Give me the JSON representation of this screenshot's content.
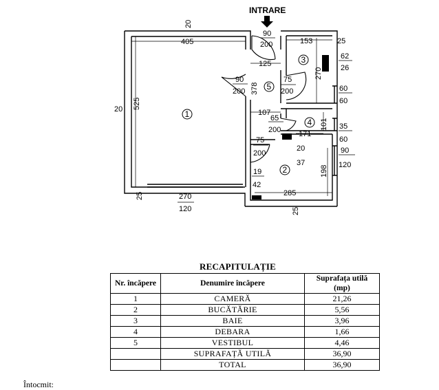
{
  "plan": {
    "entrance_label": "INTRARE",
    "dims": {
      "top_wall": "20",
      "width_room1": "405",
      "left_wall": "20",
      "height_room1": "525",
      "bottom_wall_left": "25",
      "window_room1_w": "270",
      "window_room1_h": "120",
      "door_entrance_w": "90",
      "door_entrance_h": "200",
      "width_corridor_top": "125",
      "width_bath": "153",
      "right_wall_top": "25",
      "bath_inner": "270",
      "vent_bath_w": "62",
      "vent_bath_h": "26",
      "window_bath_w": "60",
      "window_bath_h": "60",
      "door_room1_w": "90",
      "door_room1_h": "200",
      "vestibul_depth": "378",
      "door_bath_w": "75",
      "door_bath_h": "200",
      "corridor_width_mid": "107",
      "door_storage_w": "65",
      "door_storage_h": "200",
      "width_storage": "171",
      "height_storage": "101",
      "window_storage_w": "35",
      "window_storage_h": "60",
      "door_kitchen_w": "75",
      "door_kitchen_h": "200",
      "vent_kitchen_w": "20",
      "vent_kitchen_h": "37",
      "window_kitchen_w": "90",
      "window_kitchen_h": "120",
      "height_kitchen": "198",
      "vent_kitchen2_w": "19",
      "vent_kitchen2_h": "42",
      "width_kitchen": "285",
      "bottom_wall_right": "25"
    },
    "rooms": [
      "1",
      "2",
      "3",
      "4",
      "5"
    ]
  },
  "recap": {
    "title": "RECAPITULAȚIE",
    "headers": {
      "nr": "Nr. încăpere",
      "name": "Denumire încăpere",
      "area": "Suprafața utilă (mp)"
    },
    "rows": [
      {
        "nr": "1",
        "name": "CAMERĂ",
        "area": "21,26"
      },
      {
        "nr": "2",
        "name": "BUCĂTĂRIE",
        "area": "5,56"
      },
      {
        "nr": "3",
        "name": "BAIE",
        "area": "3,96"
      },
      {
        "nr": "4",
        "name": "DEBARA",
        "area": "1,66"
      },
      {
        "nr": "5",
        "name": "VESTIBUL",
        "area": "4,46"
      }
    ],
    "total_useful_label": "SUPRAFAȚĂ UTILĂ",
    "total_useful_value": "36,90",
    "total_label": "TOTAL",
    "total_value": "36,90"
  },
  "footer": "Întocmit:"
}
